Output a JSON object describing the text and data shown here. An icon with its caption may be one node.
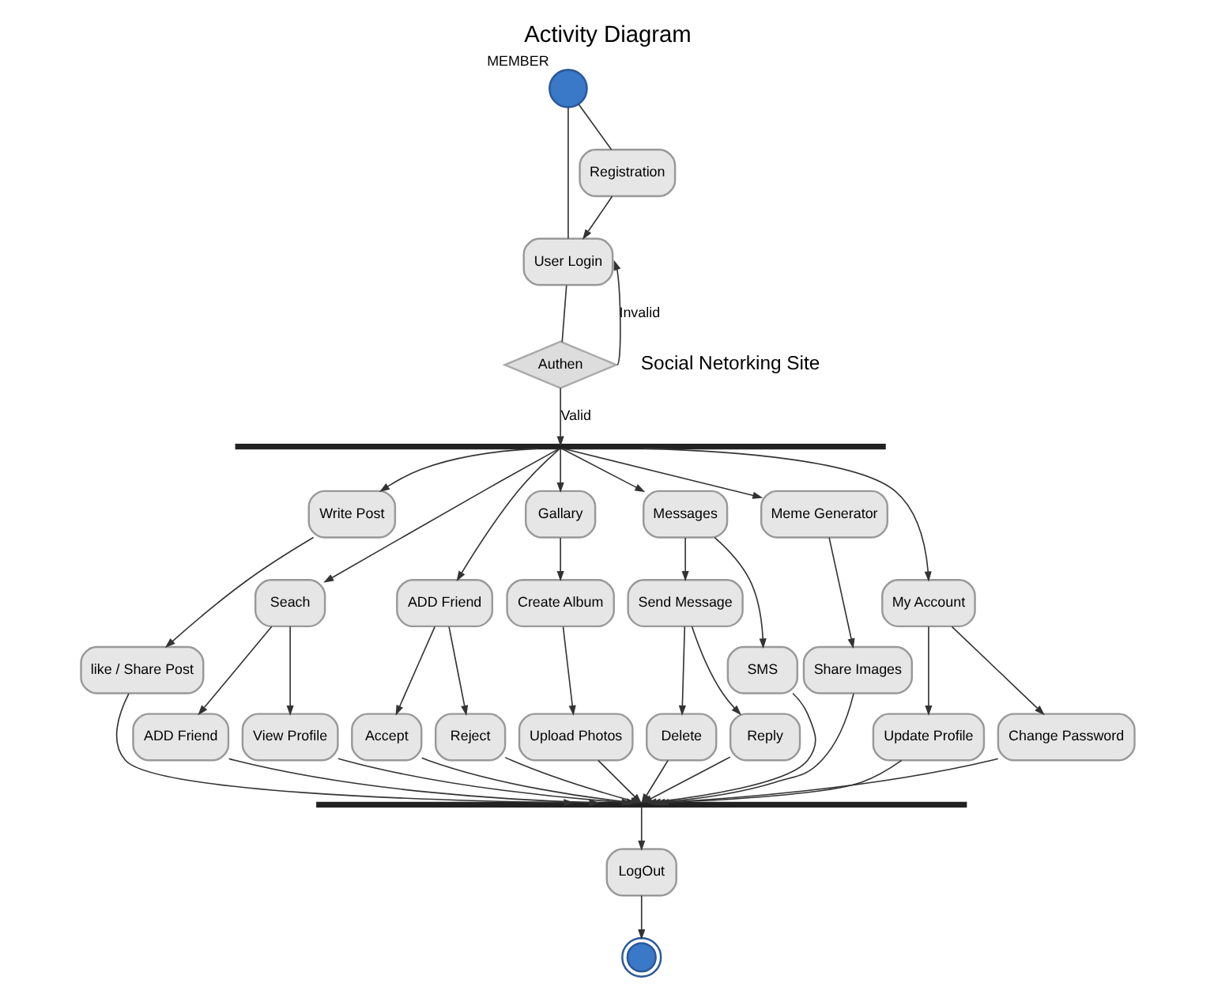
{
  "diagram": {
    "title": "Activity Diagram",
    "nodes": [
      {
        "text": [],
        "shape": "circle",
        "beside": [
          "MEMBER"
        ]
      },
      {
        "text": [
          "User Login"
        ]
      },
      {
        "text": [
          "Registration"
        ]
      },
      {
        "text": [
          "Authen"
        ]
      },
      {
        "text": [],
        "shape": "bar"
      },
      {
        "text": [
          "Write Post"
        ]
      },
      {
        "text": [
          "Seach"
        ]
      },
      {
        "text": [
          "ADD Friend"
        ]
      },
      {
        "text": [
          "Gallary"
        ]
      },
      {
        "text": [
          "Messages"
        ]
      },
      {
        "text": [
          "Meme Generator"
        ]
      },
      {
        "text": [
          "My Account"
        ]
      },
      {
        "text": [
          "like / Share Post"
        ]
      },
      {
        "text": [
          "ADD Friend"
        ]
      },
      {
        "text": [
          "View Profile"
        ]
      },
      {
        "text": [
          "Accept"
        ]
      },
      {
        "text": [
          "Reject"
        ]
      },
      {
        "text": [
          "Create Album"
        ]
      },
      {
        "text": [
          "Upload Photos"
        ]
      },
      {
        "text": [
          "Send Message"
        ]
      },
      {
        "text": [
          "Delete"
        ]
      },
      {
        "text": [
          "Reply"
        ]
      },
      {
        "text": [
          "SMS"
        ]
      },
      {
        "text": [
          "Share Images"
        ]
      },
      {
        "text": [
          "Update Profile"
        ]
      },
      {
        "text": [
          "Change Password"
        ]
      },
      {
        "text": [],
        "shape": "bar"
      },
      {
        "text": [
          "LogOut"
        ]
      },
      {
        "text": [],
        "shape": "circle"
      }
    ],
    "edges": [
      {
        "from": 0,
        "to": 1,
        "arrow": "none"
      },
      {
        "from": 0,
        "to": 2,
        "arrow": "none"
      },
      {
        "from": 2,
        "to": 1,
        "arrow": "to"
      },
      {
        "from": 1,
        "to": 3,
        "arrow": "none"
      },
      {
        "from": 3,
        "to": 1,
        "arrow": "to",
        "label": "Invalid"
      },
      {
        "from": 3,
        "to": 4,
        "arrow": "to",
        "label": "Valid"
      },
      {
        "from": 4,
        "to": 5,
        "arrow": "to"
      },
      {
        "from": 4,
        "to": 6,
        "arrow": "to"
      },
      {
        "from": 4,
        "to": 7,
        "arrow": "to"
      },
      {
        "from": 4,
        "to": 8,
        "arrow": "to"
      },
      {
        "from": 4,
        "to": 9,
        "arrow": "to"
      },
      {
        "from": 4,
        "to": 10,
        "arrow": "to"
      },
      {
        "from": 4,
        "to": 11,
        "arrow": "to"
      },
      {
        "from": 5,
        "to": 12,
        "arrow": "to"
      },
      {
        "from": 6,
        "to": 13,
        "arrow": "to"
      },
      {
        "from": 6,
        "to": 14,
        "arrow": "to"
      },
      {
        "from": 7,
        "to": 15,
        "arrow": "to"
      },
      {
        "from": 7,
        "to": 16,
        "arrow": "to"
      },
      {
        "from": 8,
        "to": 17,
        "arrow": "to"
      },
      {
        "from": 17,
        "to": 18,
        "arrow": "to"
      },
      {
        "from": 9,
        "to": 19,
        "arrow": "to"
      },
      {
        "from": 9,
        "to": 22,
        "arrow": "to"
      },
      {
        "from": 19,
        "to": 20,
        "arrow": "to"
      },
      {
        "from": 19,
        "to": 21,
        "arrow": "to"
      },
      {
        "from": 10,
        "to": 23,
        "arrow": "to"
      },
      {
        "from": 11,
        "to": 24,
        "arrow": "to"
      },
      {
        "from": 11,
        "to": 25,
        "arrow": "to"
      },
      {
        "from": 12,
        "to": 26,
        "arrow": "to"
      },
      {
        "from": 13,
        "to": 26,
        "arrow": "to"
      },
      {
        "from": 14,
        "to": 26,
        "arrow": "to"
      },
      {
        "from": 15,
        "to": 26,
        "arrow": "to"
      },
      {
        "from": 16,
        "to": 26,
        "arrow": "to"
      },
      {
        "from": 18,
        "to": 26,
        "arrow": "to"
      },
      {
        "from": 20,
        "to": 26,
        "arrow": "to"
      },
      {
        "from": 21,
        "to": 26,
        "arrow": "to"
      },
      {
        "from": 22,
        "to": 26,
        "arrow": "to"
      },
      {
        "from": 23,
        "to": 26,
        "arrow": "to"
      },
      {
        "from": 24,
        "to": 26,
        "arrow": "to"
      },
      {
        "from": 25,
        "to": 26,
        "arrow": "to"
      },
      {
        "from": 26,
        "to": 27,
        "arrow": "to"
      },
      {
        "from": 27,
        "to": 28,
        "arrow": "to"
      }
    ],
    "labels": [
      "Social Netorking Site"
    ]
  }
}
